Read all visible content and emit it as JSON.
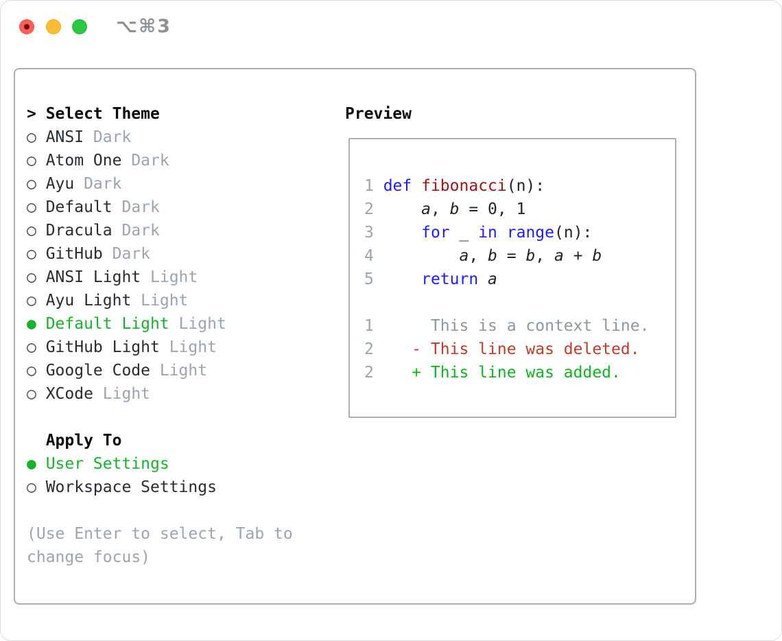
{
  "palette": {
    "selGreen": "#15b32b",
    "delRed": "#c23a28",
    "addGreen": "#0fb41f",
    "kw": "#1c1cff",
    "fn": "#a31513",
    "muted": "#9aa5b1",
    "textDark": "#272c33",
    "ctx": "#8d97a1",
    "border": "#a6afb9",
    "titleGray": "#8b9197",
    "tlRed": "#ff5f57",
    "tlYellow": "#febc2e",
    "tlGreen": "#28c840",
    "tlRedDot": "#6e1210"
  },
  "window": {
    "title": "⌥⌘3"
  },
  "theme_list": {
    "prompt": ">",
    "title": "Select Theme",
    "items": [
      {
        "bullet": "○",
        "label": "ANSI",
        "variant": "Dark",
        "selected": false
      },
      {
        "bullet": "○",
        "label": "Atom One",
        "variant": "Dark",
        "selected": false
      },
      {
        "bullet": "○",
        "label": "Ayu",
        "variant": "Dark",
        "selected": false
      },
      {
        "bullet": "○",
        "label": "Default",
        "variant": "Dark",
        "selected": false
      },
      {
        "bullet": "○",
        "label": "Dracula",
        "variant": "Dark",
        "selected": false
      },
      {
        "bullet": "○",
        "label": "GitHub",
        "variant": "Dark",
        "selected": false
      },
      {
        "bullet": "○",
        "label": "ANSI Light",
        "variant": "Light",
        "selected": false
      },
      {
        "bullet": "○",
        "label": "Ayu Light",
        "variant": "Light",
        "selected": false
      },
      {
        "bullet": "●",
        "label": "Default Light",
        "variant": "Light",
        "selected": true
      },
      {
        "bullet": "○",
        "label": "GitHub Light",
        "variant": "Light",
        "selected": false
      },
      {
        "bullet": "○",
        "label": "Google Code",
        "variant": "Light",
        "selected": false
      },
      {
        "bullet": "○",
        "label": "XCode",
        "variant": "Light",
        "selected": false
      }
    ]
  },
  "apply_to": {
    "title": "Apply To",
    "items": [
      {
        "bullet": "●",
        "label": "User Settings",
        "selected": true
      },
      {
        "bullet": "○",
        "label": "Workspace Settings",
        "selected": false
      }
    ]
  },
  "help": {
    "line1": "(Use Enter to select, Tab to",
    "line2": "change focus)"
  },
  "preview": {
    "title": "Preview",
    "code_lines": [
      {
        "num": "1",
        "tokens": [
          {
            "t": " ",
            "c": "pl"
          },
          {
            "t": "def",
            "c": "kw"
          },
          {
            "t": " ",
            "c": "pl"
          },
          {
            "t": "fibonacci",
            "c": "fn"
          },
          {
            "t": "(n):",
            "c": "pl"
          }
        ]
      },
      {
        "num": "2",
        "tokens": [
          {
            "t": "     ",
            "c": "pl"
          },
          {
            "t": "a",
            "c": "var"
          },
          {
            "t": ", ",
            "c": "pl"
          },
          {
            "t": "b",
            "c": "var"
          },
          {
            "t": " = 0, 1",
            "c": "pl"
          }
        ]
      },
      {
        "num": "3",
        "tokens": [
          {
            "t": "     ",
            "c": "pl"
          },
          {
            "t": "for",
            "c": "kw"
          },
          {
            "t": " _ ",
            "c": "pl"
          },
          {
            "t": "in",
            "c": "kw"
          },
          {
            "t": " ",
            "c": "pl"
          },
          {
            "t": "range",
            "c": "kw"
          },
          {
            "t": "(n):",
            "c": "pl"
          }
        ]
      },
      {
        "num": "4",
        "tokens": [
          {
            "t": "         ",
            "c": "pl"
          },
          {
            "t": "a",
            "c": "var"
          },
          {
            "t": ", ",
            "c": "pl"
          },
          {
            "t": "b",
            "c": "var"
          },
          {
            "t": " = ",
            "c": "pl"
          },
          {
            "t": "b",
            "c": "var"
          },
          {
            "t": ", ",
            "c": "pl"
          },
          {
            "t": "a",
            "c": "var"
          },
          {
            "t": " + ",
            "c": "pl"
          },
          {
            "t": "b",
            "c": "var"
          }
        ]
      },
      {
        "num": "5",
        "tokens": [
          {
            "t": "     ",
            "c": "pl"
          },
          {
            "t": "return",
            "c": "kw"
          },
          {
            "t": " ",
            "c": "pl"
          },
          {
            "t": "a",
            "c": "var"
          }
        ]
      }
    ],
    "diff_lines": [
      {
        "num": "1",
        "kind": "context",
        "text": "      This is a context line."
      },
      {
        "num": "2",
        "kind": "deleted",
        "text": "    - This line was deleted."
      },
      {
        "num": "2",
        "kind": "added",
        "text": "    + This line was added."
      }
    ]
  }
}
